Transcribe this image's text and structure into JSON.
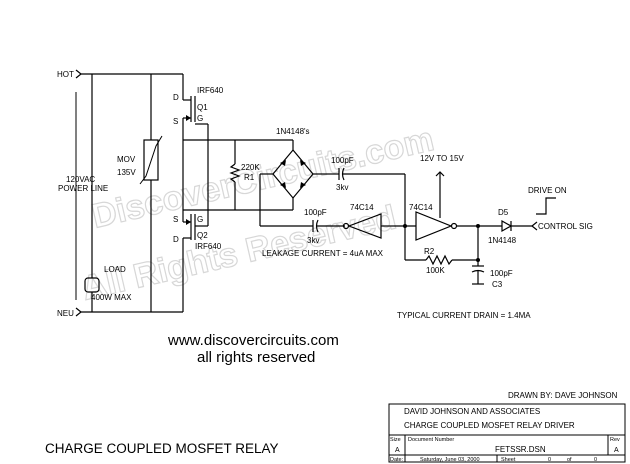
{
  "watermark": {
    "line1": "DiscoverCircuits.com",
    "line2": "All Rights Reserved"
  },
  "labels": {
    "hot": "HOT",
    "neu": "NEU",
    "power_line_1": "120VAC",
    "power_line_2": "POWER LINE",
    "mov_1": "MOV",
    "mov_2": "135V",
    "load_1": "LOAD",
    "load_2": "400W MAX",
    "q1_part": "IRF640",
    "q1_ref": "Q1",
    "q2_part": "IRF640",
    "q2_ref": "Q2",
    "q1_d": "D",
    "q1_s": "S",
    "q1_g": "G",
    "q2_d": "D",
    "q2_s": "S",
    "q2_g": "G",
    "r1_val": "220K",
    "r1_ref": "R1",
    "bridge": "1N4148's",
    "c_top_1": "100pF",
    "c_top_2": "3kv",
    "c_bot_1": "100pF",
    "c_bot_2": "3kv",
    "leakage": "LEAKAGE CURRENT = 4uA MAX",
    "inv1": "74C14",
    "inv2": "74C14",
    "supply": "12V TO 15V",
    "r2_ref": "R2",
    "r2_val": "100K",
    "c3_val": "100pF",
    "c3_ref": "C3",
    "d5_ref": "D5",
    "d5_part": "1N4148",
    "drive_on": "DRIVE ON",
    "control_sig": "CONTROL SIG",
    "current_drain": "TYPICAL CURRENT DRAIN = 1.4MA",
    "website": "www.discovercircuits.com",
    "rights": "all rights reserved",
    "drawn_by": "DRAWN BY:  DAVE JOHNSON",
    "page_title": "CHARGE COUPLED MOSFET RELAY"
  },
  "title_block": {
    "company": "DAVID JOHNSON AND ASSOCIATES",
    "title": "CHARGE COUPLED MOSFET RELAY DRIVER",
    "size_label": "Size",
    "size_value": "A",
    "doc_label": "Document Number",
    "doc_value": "FETSSR.DSN",
    "rev_label": "Rev",
    "rev_value": "A",
    "date_label": "Date:",
    "date_value": "Saturday, June 03, 2000",
    "sheet_label": "Sheet",
    "sheet_value": "0",
    "of_label": "of",
    "of_value": "0"
  }
}
